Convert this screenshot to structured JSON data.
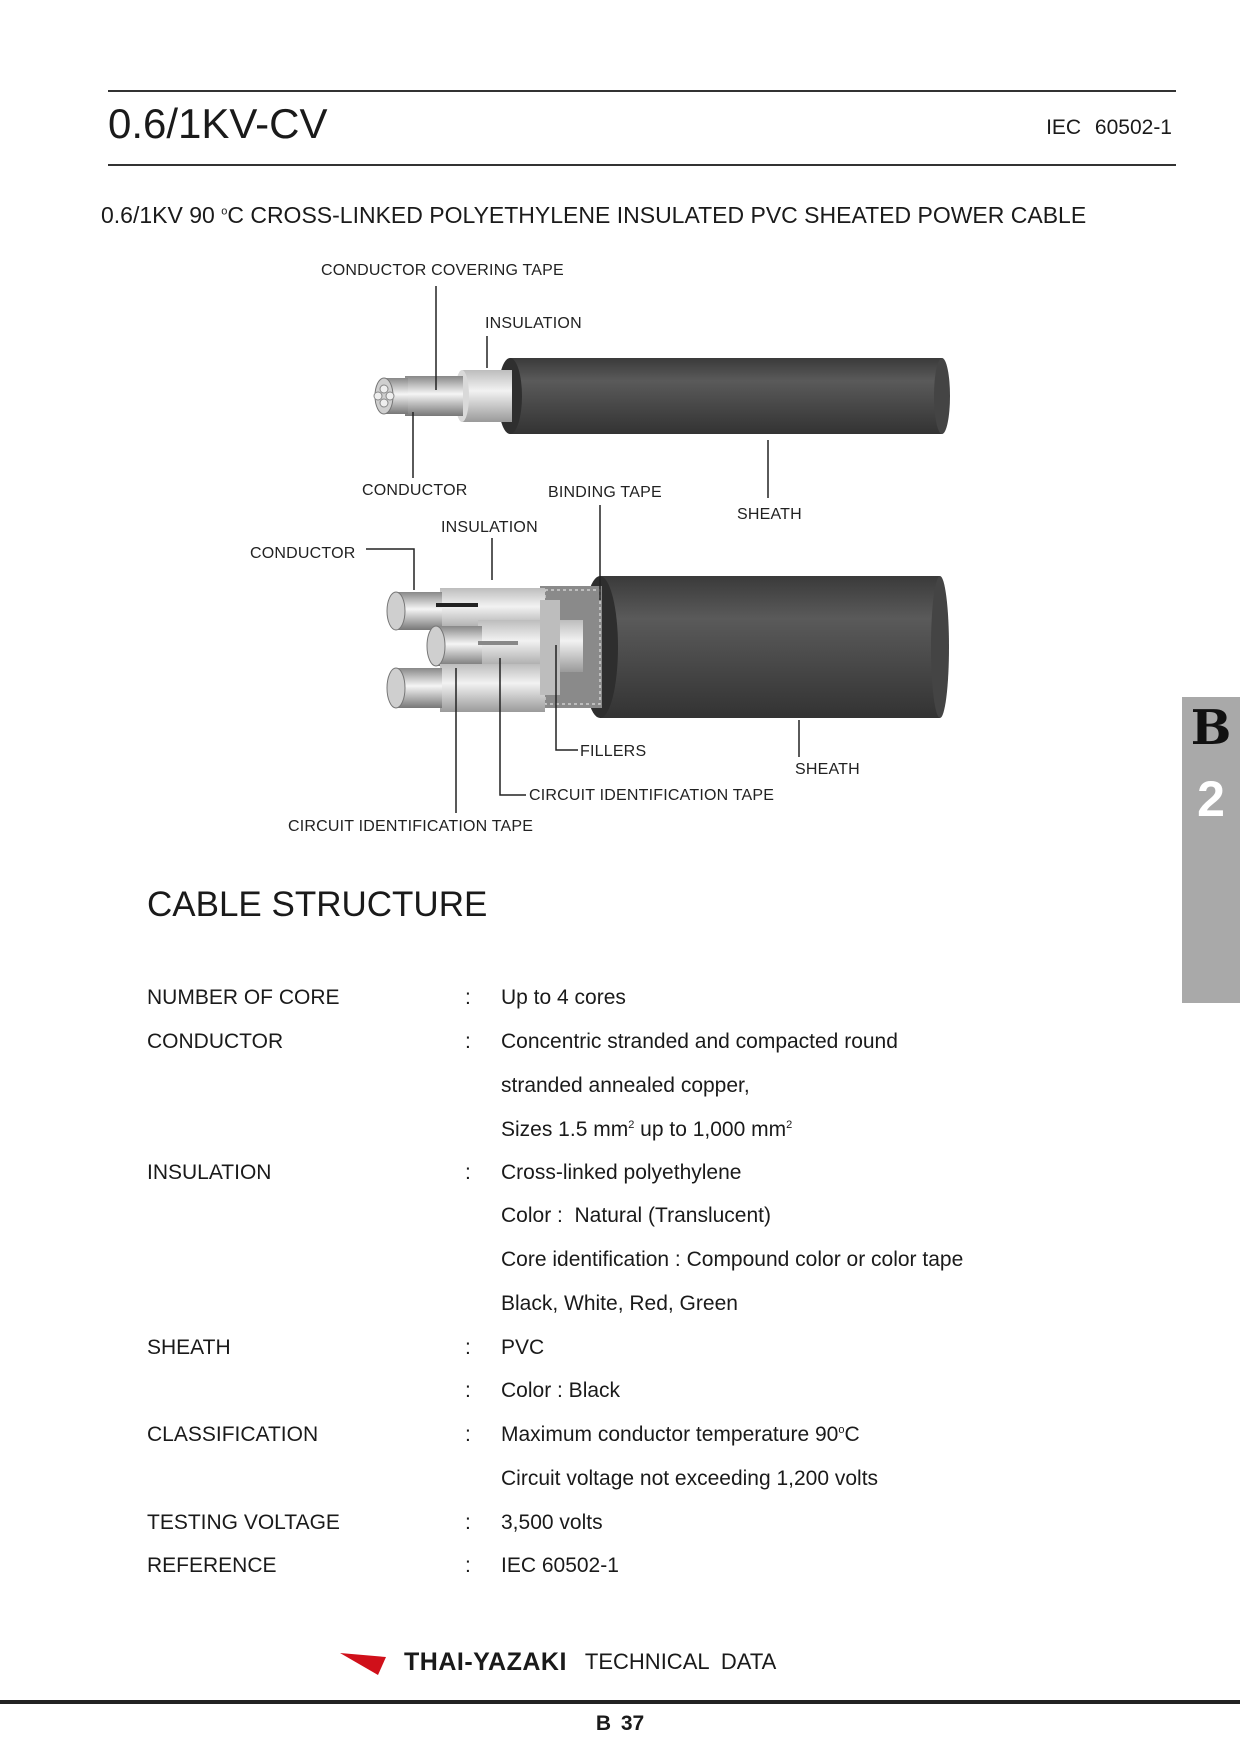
{
  "header": {
    "title": "0.6/1KV-CV",
    "standard": "IEC 60502-1"
  },
  "subtitle": {
    "prefix": "0.6/1KV 90 ",
    "degree": "o",
    "rest": "C CROSS-LINKED POLYETHYLENE INSULATED PVC SHEATED POWER CABLE"
  },
  "diagram": {
    "single_core": {
      "conductor_covering_tape": "CONDUCTOR COVERING TAPE",
      "insulation": "INSULATION",
      "conductor": "CONDUCTOR",
      "sheath": "SHEATH"
    },
    "multi_core": {
      "binding_tape": "BINDING TAPE",
      "insulation": "INSULATION",
      "conductor": "CONDUCTOR",
      "fillers": "FILLERS",
      "sheath": "SHEATH",
      "circuit_identification_tape_1": "CIRCUIT IDENTIFICATION TAPE",
      "circuit_identification_tape_2": "CIRCUIT IDENTIFICATION TAPE"
    }
  },
  "side_tab": {
    "letter": "B",
    "number": "2"
  },
  "section_title": "CABLE STRUCTURE",
  "specs": {
    "number_of_core": {
      "label": "NUMBER OF CORE",
      "colon": ":",
      "value": "Up to 4 cores"
    },
    "conductor": {
      "label": "CONDUCTOR",
      "colon": ":",
      "line1": "Concentric stranded and compacted round",
      "line2": "stranded annealed copper,",
      "line3_a": "Sizes 1.5 mm",
      "line3_sup1": "2",
      "line3_b": " up to 1,000 mm",
      "line3_sup2": "2"
    },
    "insulation": {
      "label": "INSULATION",
      "colon": ":",
      "line1": "Cross-linked polyethylene",
      "line2": "Color :  Natural (Translucent)",
      "line3": "Core identification : Compound color or color tape",
      "line4": "Black, White, Red, Green"
    },
    "sheath": {
      "label": "SHEATH",
      "colon": ":",
      "line1": "PVC",
      "colon2": ":",
      "line2": "Color : Black"
    },
    "classification": {
      "label": "CLASSIFICATION",
      "colon": ":",
      "line1_a": "Maximum conductor temperature 90",
      "line1_sup": "o",
      "line1_b": "C",
      "line2": "Circuit voltage not exceeding 1,200 volts"
    },
    "testing_voltage": {
      "label": "TESTING VOLTAGE",
      "colon": ":",
      "value": "3,500 volts"
    },
    "reference": {
      "label": "REFERENCE",
      "colon": ":",
      "value": "IEC 60502-1"
    }
  },
  "footer": {
    "brand": "THAI-YAZAKI",
    "tagline": "TECHNICAL DATA",
    "page": "B 37"
  },
  "colors": {
    "sheath": "#4a4a4a",
    "logo_red": "#d0101a",
    "side_tab": "#a9a9a9"
  },
  "icons": {
    "logo": "thai-yazaki-logo-icon"
  }
}
